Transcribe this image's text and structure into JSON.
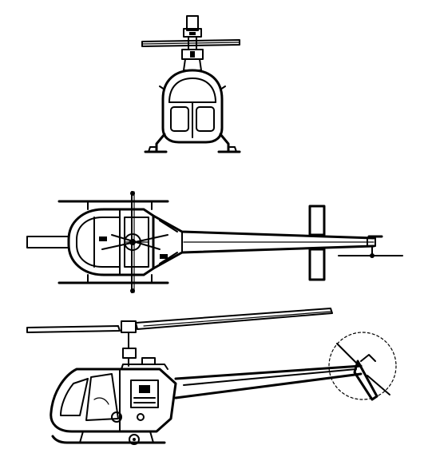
{
  "colors": {
    "ink": "#000000",
    "background": "#ffffff"
  },
  "views": [
    {
      "id": "front",
      "name": "front-view"
    },
    {
      "id": "top",
      "name": "top-view"
    },
    {
      "id": "side",
      "name": "side-view"
    }
  ]
}
